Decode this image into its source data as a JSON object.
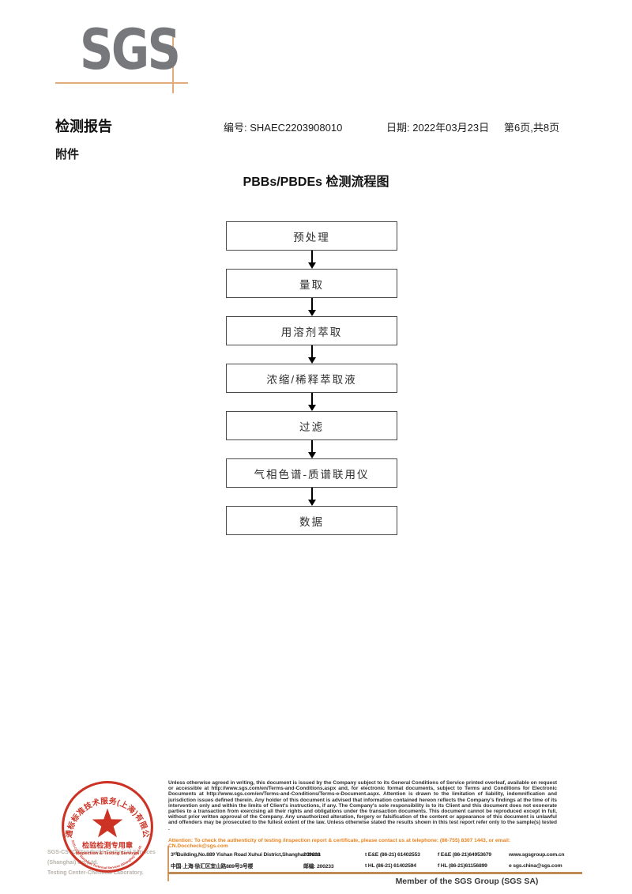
{
  "logo": {
    "text": "SGS"
  },
  "header": {
    "report_title": "检测报告",
    "no_label": "编号: ",
    "no_value": "SHAEC2203908010",
    "date_label": "日期: ",
    "date_value": "2022年03月23日",
    "page_info": "第6页,共8页",
    "attachment_label": "附件"
  },
  "diagram": {
    "title": "PBBs/PBDEs 检测流程图",
    "steps": [
      "预处理",
      "量取",
      "用溶剂萃取",
      "浓缩/稀释萃取液",
      "过滤",
      "气相色谱-质谱联用仪",
      "数据"
    ]
  },
  "stamp": {
    "ring_text_cn": "通标标准技术服务(上海)有限公司",
    "ring_text_en": "SGS-CSTC Standards Technical Services (Shanghai) Co.,Ltd.",
    "line1": "检验检测专用章",
    "line2": "Inspection & Testing Services"
  },
  "footer": {
    "company_gray_line1": "SGS-CSTC Standards Technical Services (Shanghai) Co.,Ltd.",
    "company_gray_line2": "Testing Center-Chemical Laboratory.",
    "legal_text": "Unless otherwise agreed in writing, this document is issued by the Company subject to its General Conditions of Service printed overleaf, available on request or accessible at http://www.sgs.com/en/Terms-and-Conditions.aspx and, for electronic format documents, subject to Terms and Conditions for Electronic Documents at http://www.sgs.com/en/Terms-and-Conditions/Terms-e-Document.aspx. Attention is drawn to the limitation of liability, indemnification and jurisdiction issues defined therein. Any holder of this document is advised that information contained hereon reflects the Company's findings at the time of its intervention only and within the limits of Client's instructions, if any. The Company's sole responsibility is to its Client and this document does not exonerate parties to a transaction from exercising all their rights and obligations under the transaction documents. This document cannot be reproduced except in full, without prior written approval of the Company. Any unauthorized alteration, forgery or falsification of the content or appearance of this document is unlawful and offenders may be prosecuted to the fullest extent of the law. Unless otherwise stated the results shown in this test report refer only to the sample(s) tested .",
    "attention_text": "Attention: To check the authenticity of testing /inspection report & certificate, please contact us at telephone: (86-755) 8307 1443, or email: CN.Doccheck@sgs.com",
    "address_en": "3ʳᵈBuilding,No.889 Yishan Road Xuhui District,Shanghai China",
    "postcode_en": "200233",
    "tel_en": "t E&E (86-21) 61402553",
    "fax_en": "f E&E (86-21)64953679",
    "web": "www.sgsgroup.com.cn",
    "address_cn": "中国·上海·徐汇区宜山路889号3号楼",
    "postcode_cn": "邮编: 200233",
    "tel_cn": "t HL (86-21) 61402594",
    "fax_cn": "f HL (86-21)61156899",
    "email": "e  sgs.china@sgs.com",
    "member_text": "Member of the SGS Group (SGS SA)"
  },
  "colors": {
    "logo_gray": "#77787b",
    "logo_line_orange": "#e2ab7c",
    "footer_line_brown": "#c08a55",
    "attention_orange": "#e8821e",
    "stamp_red": "#cc3325"
  }
}
